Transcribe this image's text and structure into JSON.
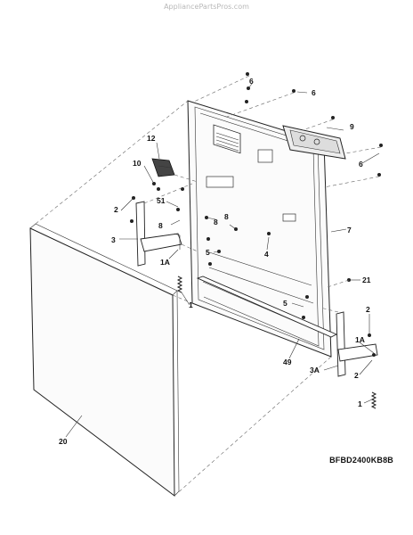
{
  "watermark": "AppliancePartsPros.com",
  "model": "BFBD2400KB8B",
  "callouts": [
    {
      "id": "c-6a",
      "label": "6"
    },
    {
      "id": "c-6b",
      "label": "6"
    },
    {
      "id": "c-6c",
      "label": "6"
    },
    {
      "id": "c-9",
      "label": "9"
    },
    {
      "id": "c-12",
      "label": "12"
    },
    {
      "id": "c-10",
      "label": "10"
    },
    {
      "id": "c-2a",
      "label": "2"
    },
    {
      "id": "c-51",
      "label": "51"
    },
    {
      "id": "c-8a",
      "label": "8"
    },
    {
      "id": "c-8b",
      "label": "8"
    },
    {
      "id": "c-8c",
      "label": "8"
    },
    {
      "id": "c-3",
      "label": "3"
    },
    {
      "id": "c-1Aa",
      "label": "1A"
    },
    {
      "id": "c-5a",
      "label": "5"
    },
    {
      "id": "c-4",
      "label": "4"
    },
    {
      "id": "c-7",
      "label": "7"
    },
    {
      "id": "c-21",
      "label": "21"
    },
    {
      "id": "c-1a",
      "label": "1"
    },
    {
      "id": "c-5b",
      "label": "5"
    },
    {
      "id": "c-2b",
      "label": "2"
    },
    {
      "id": "c-1Ab",
      "label": "1A"
    },
    {
      "id": "c-49",
      "label": "49"
    },
    {
      "id": "c-3A",
      "label": "3A"
    },
    {
      "id": "c-2c",
      "label": "2"
    },
    {
      "id": "c-1b",
      "label": "1"
    },
    {
      "id": "c-20",
      "label": "20"
    }
  ]
}
